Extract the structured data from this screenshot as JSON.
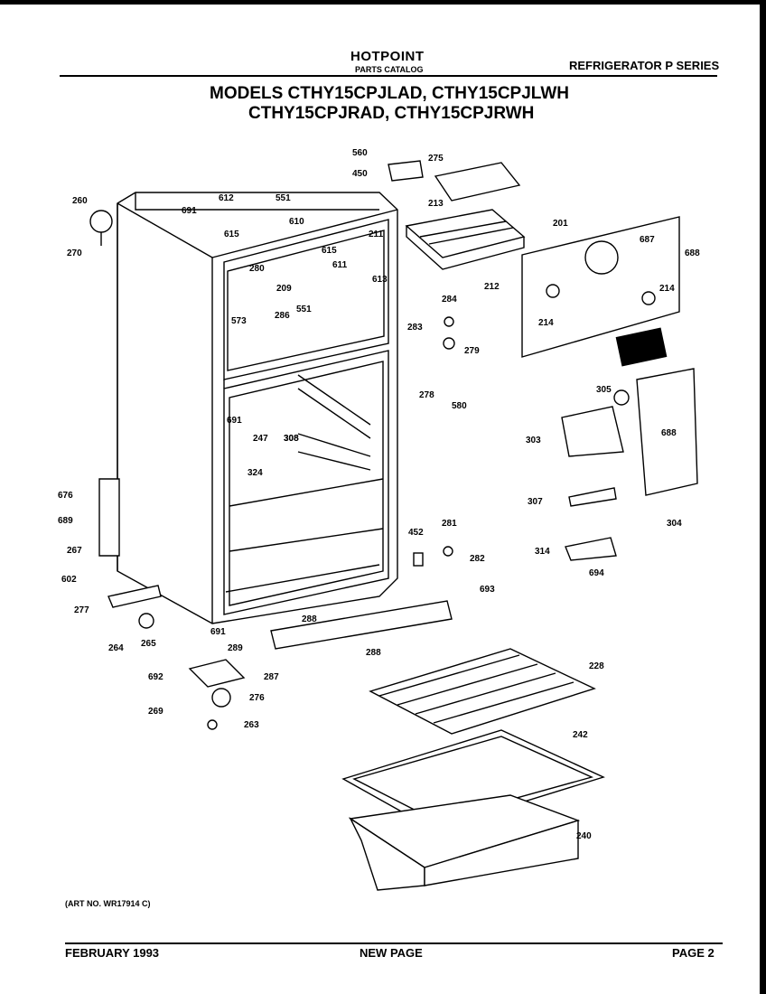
{
  "header": {
    "brand": "HOTPOINT",
    "subbrand": "PARTS CATALOG",
    "series": "REFRIGERATOR P SERIES",
    "title_line1": "MODELS CTHY15CPJLAD, CTHY15CPJLWH",
    "title_line2": "CTHY15CPJRAD, CTHY15CPJRWH"
  },
  "art_number": "(ART NO. WR17914 C)",
  "footer": {
    "date": "FEBRUARY 1993",
    "center": "NEW PAGE",
    "page": "PAGE 2"
  },
  "part_labels": [
    "560",
    "275",
    "450",
    "213",
    "260",
    "270",
    "612",
    "691",
    "551",
    "615",
    "610",
    "211",
    "615",
    "611",
    "613",
    "280",
    "209",
    "573",
    "286",
    "551",
    "201",
    "687",
    "688",
    "212",
    "214",
    "214",
    "284",
    "283",
    "279",
    "278",
    "580",
    "308",
    "305",
    "303",
    "688",
    "307",
    "304",
    "691",
    "247",
    "308",
    "324",
    "452",
    "281",
    "282",
    "693",
    "314",
    "694",
    "676",
    "689",
    "267",
    "602",
    "277",
    "264",
    "265",
    "691",
    "289",
    "288",
    "288",
    "287",
    "692",
    "276",
    "269",
    "263",
    "228",
    "242",
    "240"
  ]
}
